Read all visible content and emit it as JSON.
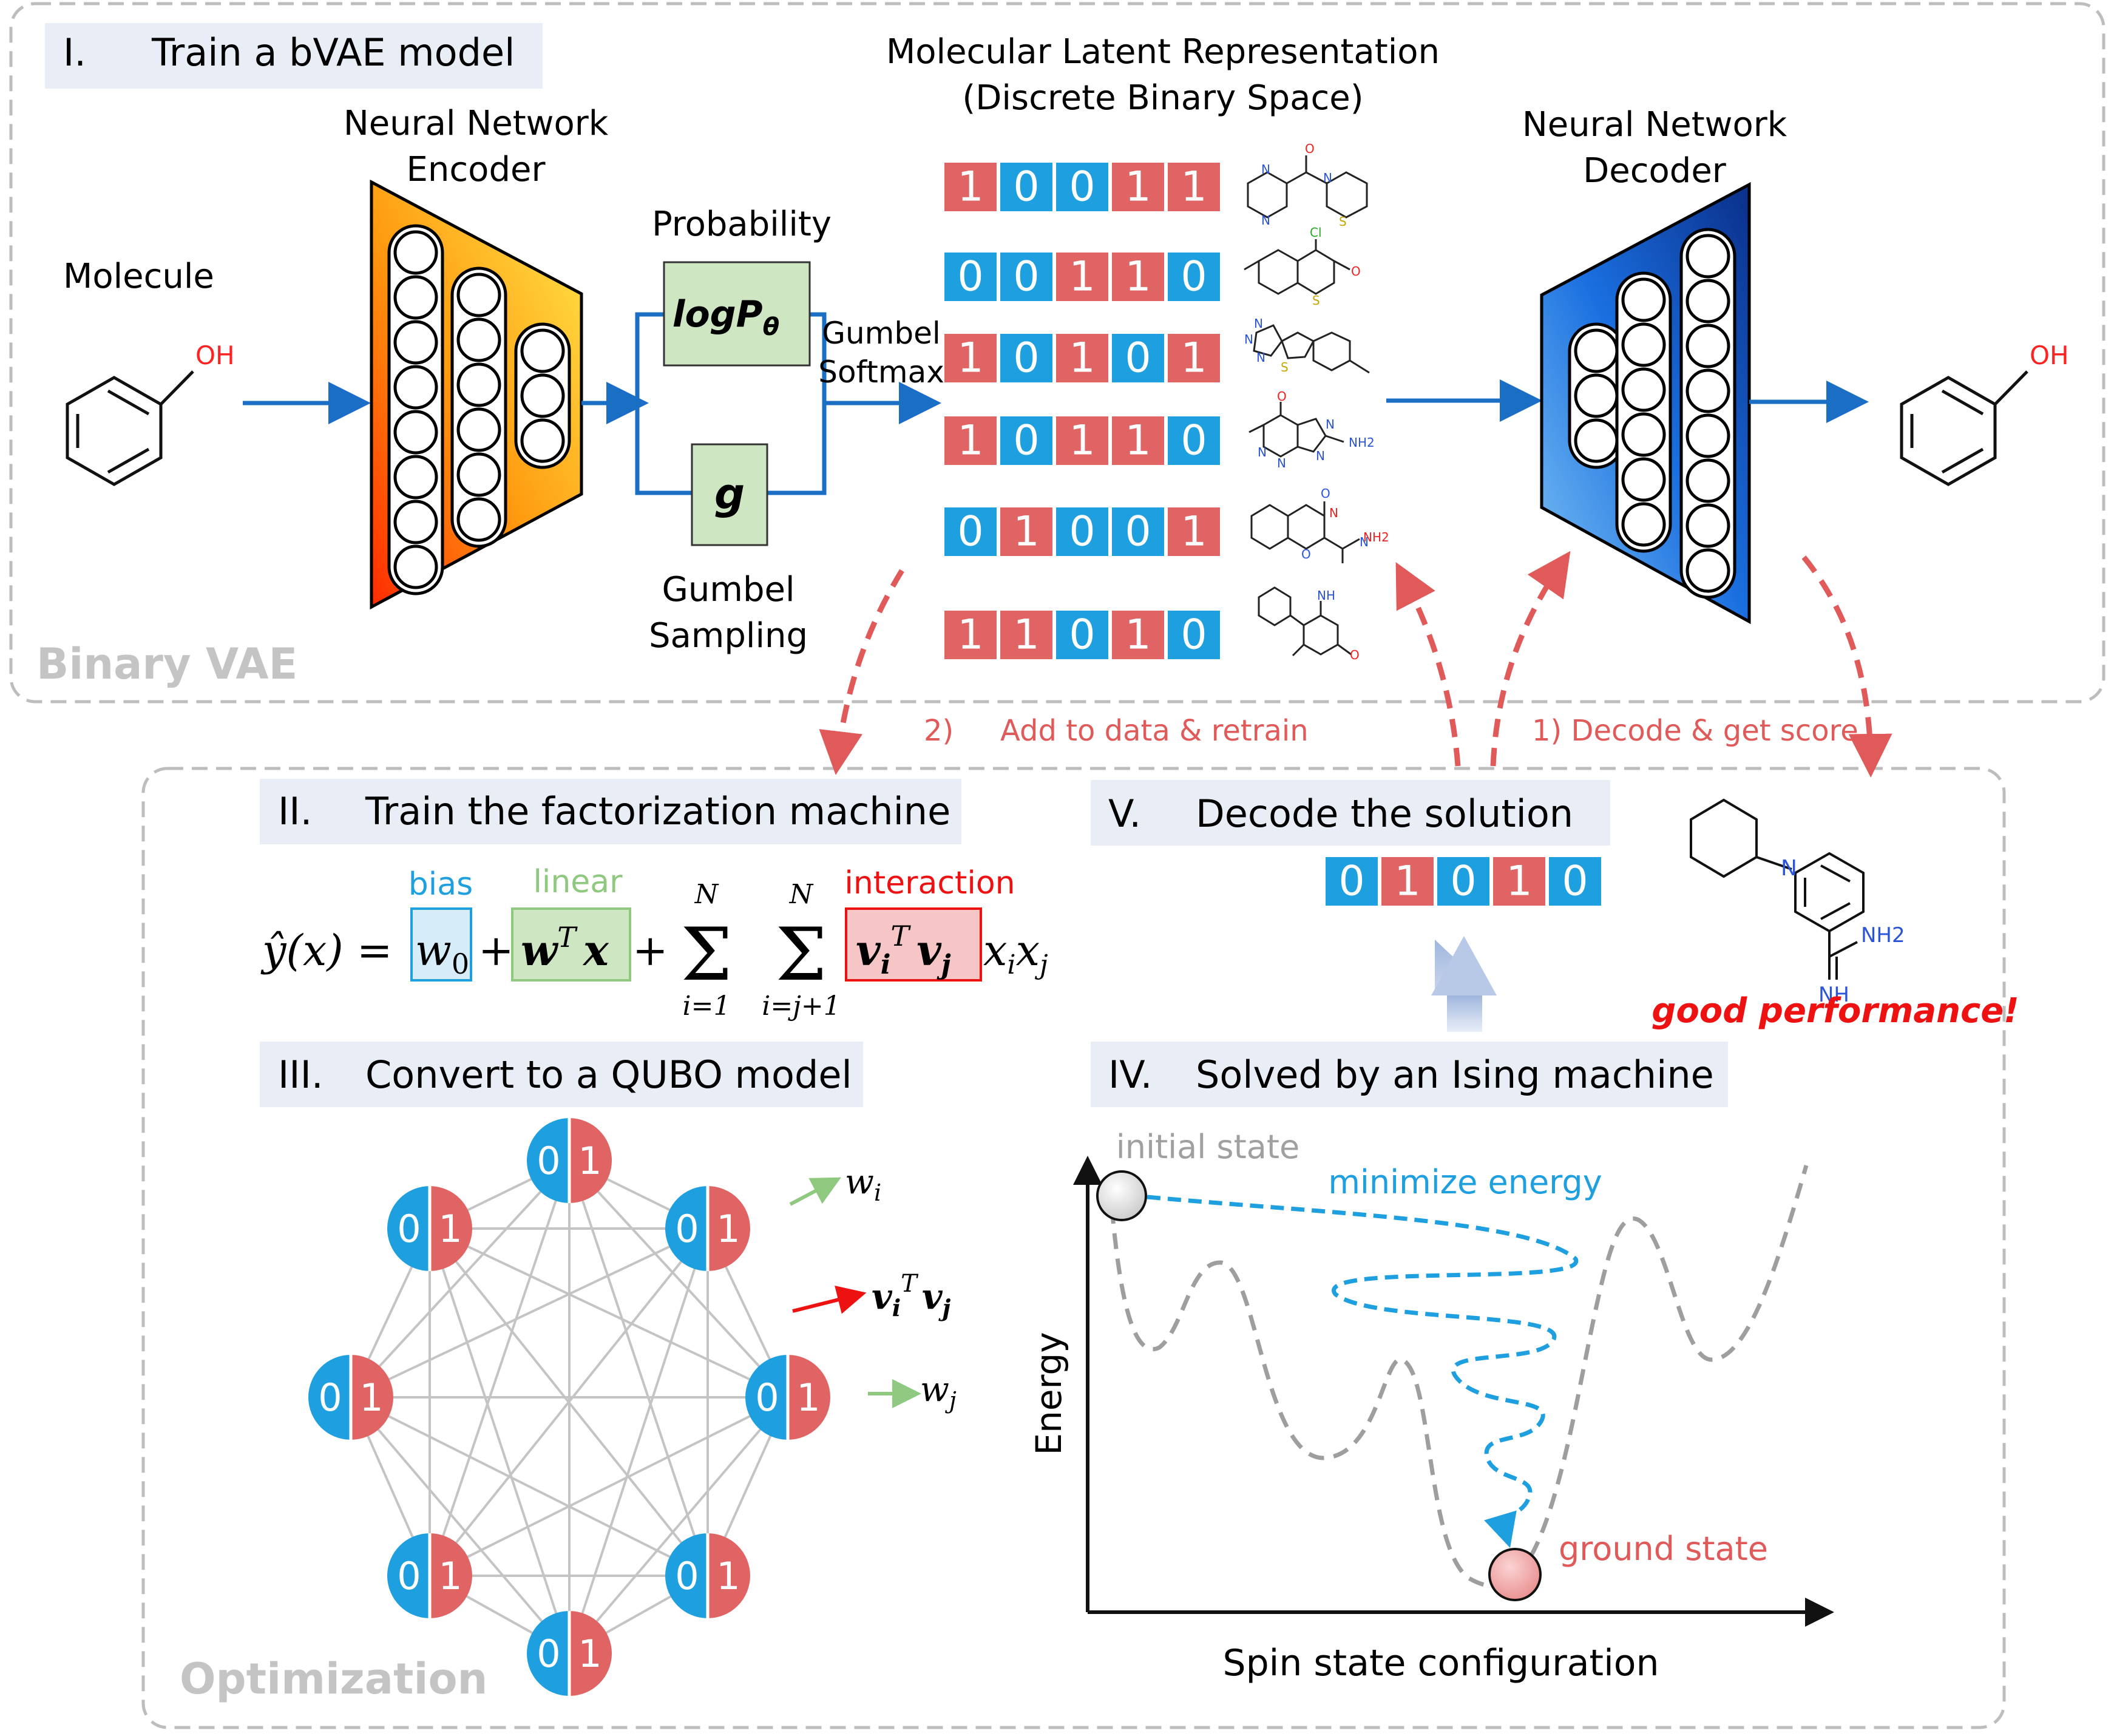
{
  "colors": {
    "blue": "#1e9fe0",
    "red": "#e06464",
    "arrow_red": "#e05a5a",
    "pipe_blue": "#1a6fc4",
    "section_bg": "#e9eef6",
    "frame_gray": "#bdbdbd",
    "faint_gray": "#c4c4c4",
    "green_box": "#cfe6c3",
    "green_text": "#8fc97f"
  },
  "bvae": {
    "section_num": "I.",
    "section_title": "Train a bVAE model",
    "watermark": "Binary VAE",
    "molecule_label": "Molecule",
    "oh_label": "OH",
    "encoder_label_1": "Neural Network",
    "encoder_label_2": "Encoder",
    "probability_label": "Probability",
    "logp_label": "logP",
    "logp_sub": "θ",
    "g_label": "g",
    "gumbel_sampling_1": "Gumbel",
    "gumbel_sampling_2": "Sampling",
    "gumbel_softmax_1": "Gumbel",
    "gumbel_softmax_2": "Softmax",
    "latent_title_1": "Molecular Latent Representation",
    "latent_title_2": "(Discrete Binary Space)",
    "latent_codes": [
      [
        1,
        0,
        0,
        1,
        1
      ],
      [
        0,
        0,
        1,
        1,
        0
      ],
      [
        1,
        0,
        1,
        0,
        1
      ],
      [
        1,
        0,
        1,
        1,
        0
      ],
      [
        0,
        1,
        0,
        0,
        1
      ],
      [
        1,
        1,
        0,
        1,
        0
      ]
    ],
    "mol_atoms": [
      "O",
      "N",
      "N",
      "N",
      "S",
      "Cl",
      "O",
      "S",
      "N",
      "N",
      "N",
      "S",
      "O",
      "N",
      "N",
      "N",
      "NH2",
      "N",
      "O",
      "N",
      "O",
      "NH2",
      "N",
      "NH",
      "O"
    ],
    "decoder_label_1": "Neural Network",
    "decoder_label_2": "Decoder",
    "output_oh": "OH"
  },
  "loop": {
    "step2_num": "2)",
    "step2_text": "Add to data & retrain",
    "step1_text": "1) Decode & get score"
  },
  "optimization": {
    "watermark": "Optimization",
    "fm_num": "II.",
    "fm_title": "Train the factorization machine",
    "bias_label": "bias",
    "linear_label": "linear",
    "interaction_label": "interaction",
    "formula": {
      "lhs": "ŷ(x) =",
      "w0": "w",
      "w0_sub": "0",
      "plus": "+",
      "wtx_w": "w",
      "wtx_T": "T",
      "wtx_x": "x",
      "sum_top": "N",
      "sum_bot_1": "i=1",
      "sum_bot_2": "i=j+1",
      "sigma": "Σ",
      "v_i": "v",
      "v_i_sub": "i",
      "v_T": "T",
      "v_j": "v",
      "v_j_sub": "j",
      "tail": "x",
      "tail_i": "i",
      "tail_j": "j"
    },
    "qubo_num": "III.",
    "qubo_title": "Convert to a QUBO model",
    "node_zero": "0",
    "node_one": "1",
    "wi_label": "w",
    "wi_sub": "i",
    "wj_label": "w",
    "wj_sub": "j",
    "vivj_label": "v",
    "ising_num": "IV.",
    "ising_title": "Solved by an Ising machine",
    "initial_state": "initial state",
    "minimize_energy": "minimize energy",
    "ground_state": "ground state",
    "energy_axis": "Energy",
    "spin_axis": "Spin state configuration",
    "decode_num": "V.",
    "decode_title": "Decode the solution",
    "solution_code": [
      0,
      1,
      0,
      1,
      0
    ],
    "result_nh2": "NH2",
    "result_nh": "NH",
    "result_n": "N",
    "good_performance": "good performance!"
  }
}
